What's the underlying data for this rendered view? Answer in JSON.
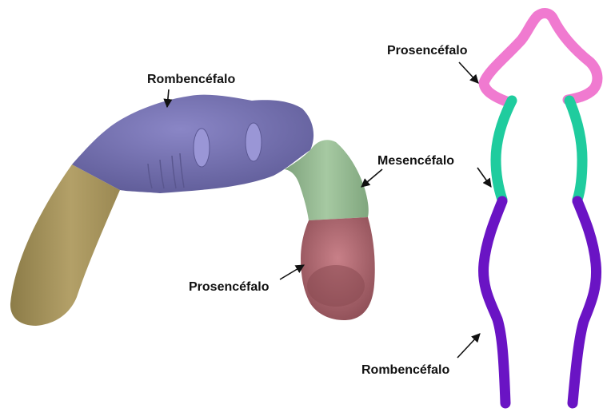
{
  "labels": {
    "left_rhombencephalon": "Rombencéfalo",
    "left_mesencephalon": "Mesencéfalo",
    "left_prosencephalon": "Prosencéfalo",
    "right_prosencephalon": "Prosencéfalo",
    "right_rhombencephalon": "Rombencéfalo"
  },
  "colors": {
    "spinal_cord_segment": "#a8955e",
    "rhombencephalon_3d": "#7572b0",
    "mesencephalon_3d": "#92b890",
    "prosencephalon_3d": "#b56a74",
    "prosencephalon_tube": "#f07ad0",
    "mesencephalon_tube": "#1fcc9e",
    "rhombencephalon_tube": "#6a14c4"
  }
}
